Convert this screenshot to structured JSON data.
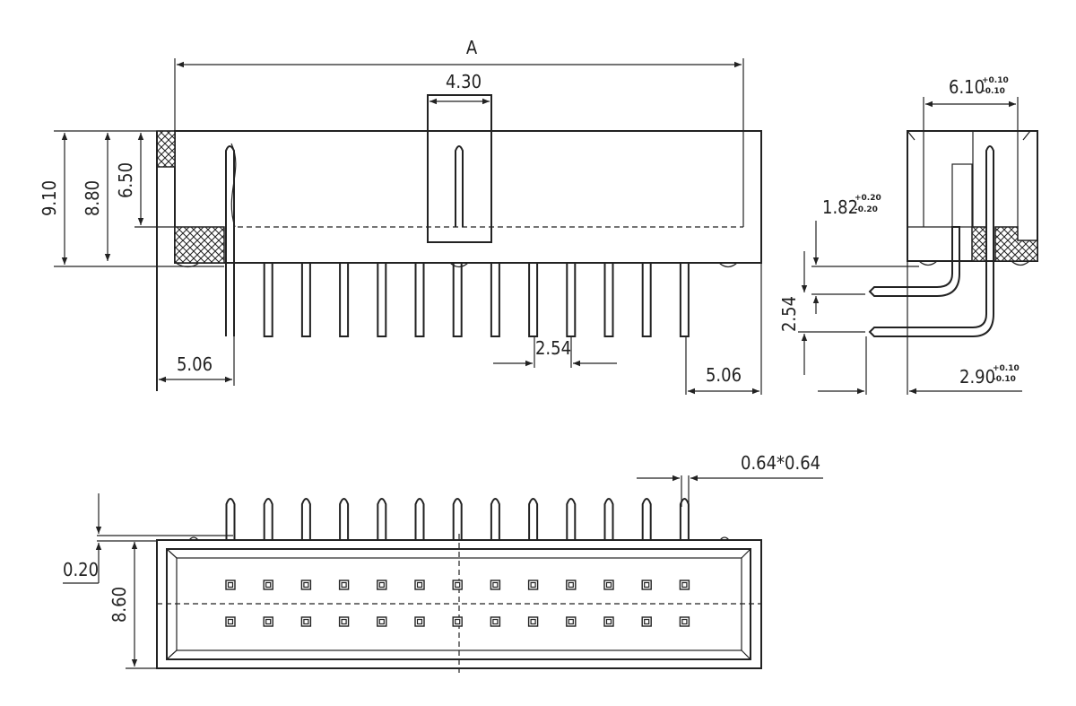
{
  "dimensions": {
    "overall_length": "A",
    "key_slot_width": "4.30",
    "height_total": "9.10",
    "height_body": "8.80",
    "height_inner": "6.50",
    "pin_offset_left": "5.06",
    "pin_offset_right": "5.06",
    "pitch_front": "2.54",
    "pitch_side": "2.54",
    "side_width": "6.10",
    "side_width_tol_plus": "+0.10",
    "side_width_tol_minus": "-0.10",
    "pin_height": "1.82",
    "pin_height_tol_plus": "+0.20",
    "pin_height_tol_minus": "-0.20",
    "pin_tail": "2.90",
    "pin_tail_tol_plus": "+0.10",
    "pin_tail_tol_minus": "-0.10",
    "pin_square": "0.64*0.64",
    "standoff": "0.20",
    "bottom_height": "8.60"
  },
  "pin_count_per_row": 13,
  "row_count": 2
}
